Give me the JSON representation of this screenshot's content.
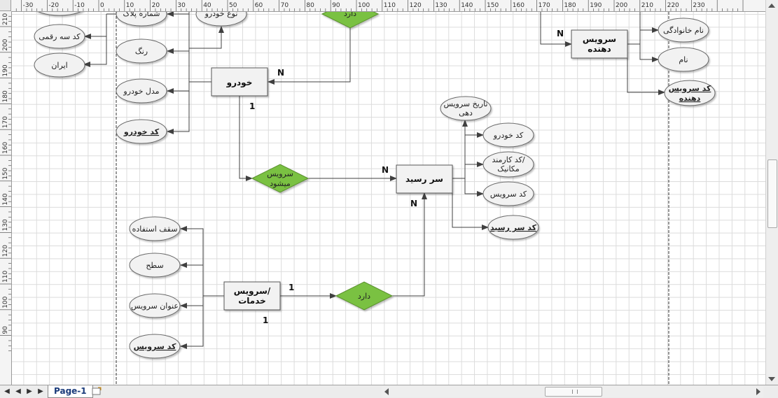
{
  "ruler": {
    "horizontal_labels": [
      "-30",
      "-20",
      "-10",
      "0",
      "10",
      "20",
      "30",
      "40",
      "50",
      "60",
      "70",
      "80",
      "90",
      "100",
      "110",
      "120",
      "130",
      "140",
      "150",
      "160",
      "170",
      "180",
      "190",
      "200",
      "210",
      "220",
      "230"
    ],
    "vertical_labels": [
      "210",
      "200",
      "190",
      "180",
      "170",
      "160",
      "150",
      "140",
      "130",
      "120",
      "110",
      "100",
      "90"
    ]
  },
  "entities": {
    "car": "خودرو",
    "receipt": "سر رسید",
    "service_provider": [
      "سرویس",
      "دهنده"
    ],
    "services": [
      "سرویس/",
      "خدمات"
    ]
  },
  "relationships": {
    "has_top": "دارد",
    "serviced": [
      "سرویس",
      "میشود"
    ],
    "has_bottom": "دارد"
  },
  "attributes": {
    "plate_number": "شماره پلاک",
    "car_type": "نوع خودرو",
    "three_digit_code": "کد سه رقمی",
    "color": "رنگ",
    "iran": "ایران",
    "car_model": "مدل خودرو",
    "car_code_key": "کد خودرو",
    "family_name": "نام خانوادگی",
    "name": "نام",
    "provider_code_key": [
      "کد سرویس",
      "دهنده"
    ],
    "service_date": [
      "تاریخ سرویس",
      "دهی"
    ],
    "receipt_car_code": "کد خودرو",
    "employee_code": [
      "کد کارمند/",
      "مکانیک"
    ],
    "receipt_service_code": "کد سرویس",
    "receipt_code_key": "کد سر رسید",
    "usage_ceiling": "سقف استفاده",
    "level": "سطح",
    "service_title": "عنوان سرویس",
    "service_code_key": "کد سرویس"
  },
  "cardinalities": {
    "provider_N": "N",
    "car_N": "N",
    "car_1": "1",
    "receipt_N_left": "N",
    "receipt_N_bottom": "N",
    "services_1_right": "1",
    "services_1_bottom": "1"
  },
  "colors": {
    "relationship_fill": "#7ac143",
    "entity_fill": "#f2f2f2",
    "attribute_fill": "#f2f2f2",
    "line": "#404040"
  },
  "footer": {
    "page_tab": "Page-1"
  }
}
